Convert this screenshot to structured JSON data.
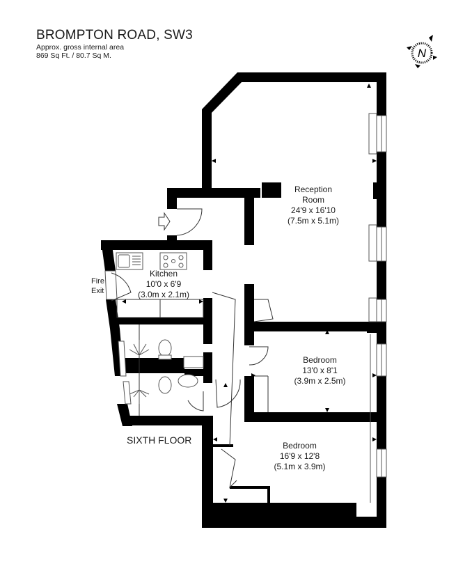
{
  "header": {
    "title": "BROMPTON ROAD, SW3",
    "area_caption": "Approx. gross internal area",
    "area_value": "869 Sq Ft. / 80.7 Sq M."
  },
  "compass": {
    "icon": "north-compass-icon",
    "letter": "N"
  },
  "floor_label": "SIXTH FLOOR",
  "fire_exit": {
    "line1": "Fire",
    "line2": "Exit"
  },
  "rooms": [
    {
      "name": "Reception",
      "name2": "Room",
      "imperial": "24'9 x 16'10",
      "metric": "(7.5m x 5.1m)"
    },
    {
      "name": "Kitchen",
      "imperial": "10'0 x 6'9",
      "metric": "(3.0m x 2.1m)"
    },
    {
      "name": "Bedroom",
      "imperial": "13'0 x 8'1",
      "metric": "(3.9m x 2.5m)"
    },
    {
      "name": "Bedroom",
      "imperial": "16'9 x 12'8",
      "metric": "(5.1m x 3.9m)"
    }
  ],
  "colors": {
    "wall": "#000000",
    "background": "#ffffff",
    "fixture_line": "#555555"
  }
}
